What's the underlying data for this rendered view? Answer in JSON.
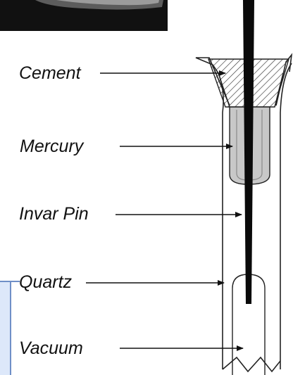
{
  "diagram": {
    "labels": {
      "cement": "Cement",
      "mercury": "Mercury",
      "invar_pin": "Invar Pin",
      "quartz": "Quartz",
      "vacuum": "Vacuum"
    },
    "colors": {
      "photo_background": "#111111",
      "pin": "#0a0a0a",
      "mercury_fill": "#c8c8c8",
      "inset_panel": "#dde8fa",
      "inset_border": "#6f8fc7",
      "hatch": "#333333",
      "line": "#222222"
    }
  }
}
